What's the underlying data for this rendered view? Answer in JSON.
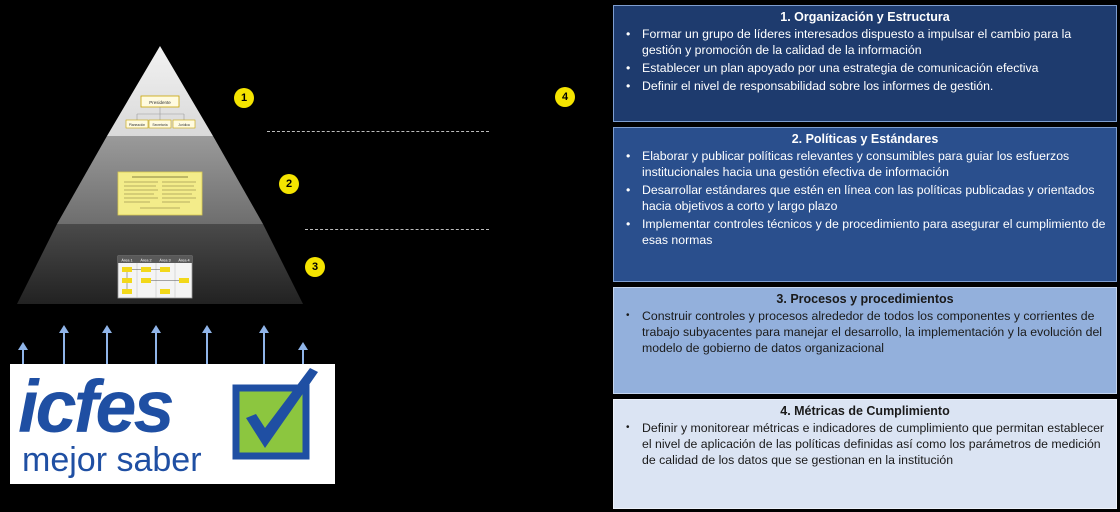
{
  "pyramid": {
    "org_chart": {
      "top": "Presidente",
      "children": [
        "Planeación",
        "Secretaría",
        "Jurídica"
      ]
    },
    "process_columns": [
      "Área 1",
      "Área 2",
      "Área 3",
      "Área 4"
    ],
    "markers": [
      "1",
      "2",
      "3",
      "4"
    ]
  },
  "logo": {
    "brand": "icfes",
    "tagline": "mejor saber",
    "colors": {
      "blue": "#1f4fa3",
      "green": "#8cc63f"
    }
  },
  "panels": [
    {
      "title": "1. Organización y Estructura",
      "items": [
        "Formar un grupo de líderes interesados dispuesto a impulsar el cambio para la gestión y promoción de la calidad  de la información",
        "Establecer un plan apoyado por una estrategia de comunicación efectiva",
        "Definir el nivel de responsabilidad sobre los informes de gestión."
      ]
    },
    {
      "title": "2. Políticas y Estándares",
      "items": [
        "Elaborar y publicar políticas relevantes y consumibles para guiar los esfuerzos institucionales hacia una gestión efectiva de información",
        "Desarrollar estándares que estén en línea con las políticas publicadas y orientados hacia objetivos a corto y largo plazo",
        "Implementar controles técnicos y de procedimiento para asegurar el cumplimiento de esas normas"
      ]
    },
    {
      "title": "3. Procesos y procedimientos",
      "items": [
        "Construir controles y procesos alrededor de todos los componentes y corrientes de trabajo subyacentes para manejar el desarrollo, la implementación y la evolución del modelo de gobierno de datos organizacional"
      ]
    },
    {
      "title": "4. Métricas de Cumplimiento",
      "items": [
        "Definir y monitorear métricas e indicadores de cumplimiento que permitan establecer el nivel de aplicación de las políticas definidas así como los parámetros de medición de calidad de los datos que se gestionan en la institución"
      ]
    }
  ],
  "colors": {
    "panel1": "#1e3b6e",
    "panel2": "#2a4f8d",
    "panel3": "#93b0dc",
    "panel4": "#dbe4f3",
    "marker": "#f5e400"
  }
}
